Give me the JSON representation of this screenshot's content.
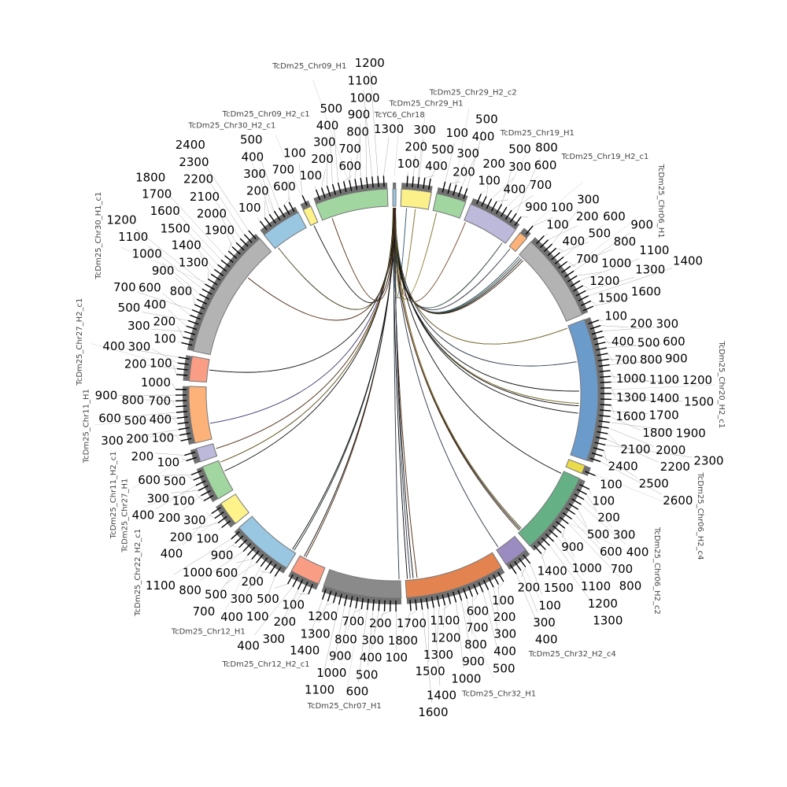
{
  "title": "Circos synteny plot",
  "tick_step": 100,
  "link_color": "#111111",
  "segments": [
    {
      "name": "TcYC6_Chr18",
      "length": 60,
      "max_tick": 0,
      "color": "#99c7e2"
    },
    {
      "name": "TcDm25_Chr29_H1",
      "length": 560,
      "max_tick": 500,
      "color": "#fbf08a"
    },
    {
      "name": "TcDm25_Chr29_H2_c2",
      "length": 560,
      "max_tick": 500,
      "color": "#a1d6a0"
    },
    {
      "name": "TcDm25_Chr19_H1",
      "length": 960,
      "max_tick": 900,
      "color": "#bcb9db"
    },
    {
      "name": "TcDm25_Chr19_H2_c1",
      "length": 160,
      "max_tick": 100,
      "color": "#fdb27a"
    },
    {
      "name": "TcDm25_Chr06_H1",
      "length": 1660,
      "max_tick": 1600,
      "color": "#b3b3b3"
    },
    {
      "name": "TcDm25_Chr20_H2_c1",
      "length": 2660,
      "max_tick": 2600,
      "color": "#6a9bcb"
    },
    {
      "name": "TcDm25_Chr06_H2_c4",
      "length": 160,
      "max_tick": 100,
      "color": "#eadb4a"
    },
    {
      "name": "TcDm25_Chr06_H2_c2",
      "length": 1560,
      "max_tick": 1500,
      "color": "#66b085"
    },
    {
      "name": "TcDm25_Chr32_H2_c4",
      "length": 460,
      "max_tick": 400,
      "color": "#9a8bc1"
    },
    {
      "name": "TcDm25_Chr32_H1",
      "length": 1860,
      "max_tick": 1800,
      "color": "#e3834f"
    },
    {
      "name": "TcDm25_Chr07_H1",
      "length": 1460,
      "max_tick": 1400,
      "color": "#8a8a8a"
    },
    {
      "name": "TcDm25_Chr12_H2_c1",
      "length": 560,
      "max_tick": 500,
      "color": "#f99d84"
    },
    {
      "name": "TcDm25_Chr12_H1",
      "length": 1160,
      "max_tick": 1100,
      "color": "#99c7e2"
    },
    {
      "name": "TcDm25_Chr22_H2_c1",
      "length": 460,
      "max_tick": 400,
      "color": "#fdf38a"
    },
    {
      "name": "TcDm25_Chr27_H1",
      "length": 660,
      "max_tick": 600,
      "color": "#a1d6a0"
    },
    {
      "name": "TcDm25_Chr11_H2_c1",
      "length": 260,
      "max_tick": 200,
      "color": "#bcb9db"
    },
    {
      "name": "TcDm25_Chr11_H1",
      "length": 1060,
      "max_tick": 1000,
      "color": "#fdb27a"
    },
    {
      "name": "TcDm25_Chr27_H2_c1",
      "length": 460,
      "max_tick": 400,
      "color": "#f99d84"
    },
    {
      "name": "TcDm25_Chr30_H1_c1",
      "length": 2460,
      "max_tick": 2400,
      "color": "#b3b3b3"
    },
    {
      "name": "TcDm25_Chr30_H2_c1",
      "length": 760,
      "max_tick": 700,
      "color": "#99c7e2"
    },
    {
      "name": "TcDm25_Chr09_H2_c1",
      "length": 160,
      "max_tick": 100,
      "color": "#fdf38a"
    },
    {
      "name": "TcDm25_Chr09_H1",
      "length": 1360,
      "max_tick": 1300,
      "color": "#a1d6a0"
    }
  ],
  "links": [
    {
      "target": 1,
      "pos": 120,
      "color": "#4a90c0"
    },
    {
      "target": 1,
      "pos": 300,
      "color": "#e0c040"
    },
    {
      "target": 2,
      "pos": 80,
      "color": "#e0c040"
    },
    {
      "target": 3,
      "pos": 40,
      "color": "#e3834f"
    },
    {
      "target": 3,
      "pos": 900,
      "color": "#66b085"
    },
    {
      "target": 4,
      "pos": 40,
      "color": "#9a8bc1"
    },
    {
      "target": 5,
      "pos": 20,
      "color": "#4a90c0"
    },
    {
      "target": 5,
      "pos": 60,
      "color": "#66b085"
    },
    {
      "target": 5,
      "pos": 100,
      "color": "#111111"
    },
    {
      "target": 5,
      "pos": 140,
      "color": "#8b4513"
    },
    {
      "target": 6,
      "pos": 40,
      "color": "#c0a020"
    },
    {
      "target": 6,
      "pos": 750,
      "color": "#4a6080"
    },
    {
      "target": 6,
      "pos": 1350,
      "color": "#111111"
    },
    {
      "target": 6,
      "pos": 1600,
      "color": "#c0a020"
    },
    {
      "target": 6,
      "pos": 1650,
      "color": "#111111"
    },
    {
      "target": 6,
      "pos": 1800,
      "color": "#111111"
    },
    {
      "target": 8,
      "pos": 60,
      "color": "#111111"
    },
    {
      "target": 8,
      "pos": 1450,
      "color": "#c0a020"
    },
    {
      "target": 8,
      "pos": 1480,
      "color": "#111111"
    },
    {
      "target": 8,
      "pos": 1510,
      "color": "#8b4513"
    },
    {
      "target": 9,
      "pos": 400,
      "color": "#4a6080"
    },
    {
      "target": 10,
      "pos": 1620,
      "color": "#8b4513"
    },
    {
      "target": 10,
      "pos": 1700,
      "color": "#111111"
    },
    {
      "target": 10,
      "pos": 1760,
      "color": "#4a6080"
    },
    {
      "target": 10,
      "pos": 1820,
      "color": "#111111"
    },
    {
      "target": 11,
      "pos": 30,
      "color": "#4a6080"
    },
    {
      "target": 12,
      "pos": 440,
      "color": "#8b4513"
    },
    {
      "target": 12,
      "pos": 480,
      "color": "#111111"
    },
    {
      "target": 13,
      "pos": 60,
      "color": "#2f4f4f"
    },
    {
      "target": 13,
      "pos": 100,
      "color": "#111111"
    },
    {
      "target": 15,
      "pos": 420,
      "color": "#111111"
    },
    {
      "target": 15,
      "pos": 620,
      "color": "#c0a020"
    },
    {
      "target": 16,
      "pos": 150,
      "color": "#8b4513"
    },
    {
      "target": 17,
      "pos": 320,
      "color": "#6a5acd"
    },
    {
      "target": 18,
      "pos": 250,
      "color": "#111111"
    },
    {
      "target": 19,
      "pos": 1750,
      "color": "#8b4513"
    },
    {
      "target": 20,
      "pos": 60,
      "color": "#8b7d2b"
    },
    {
      "target": 21,
      "pos": 60,
      "color": "#111111"
    },
    {
      "target": 22,
      "pos": 200,
      "color": "#8b4513"
    }
  ]
}
